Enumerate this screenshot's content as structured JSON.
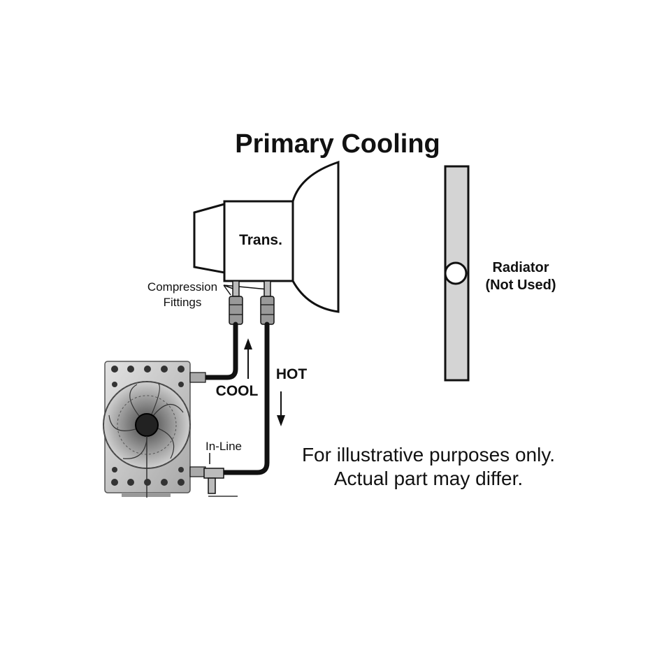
{
  "title": "Primary Cooling",
  "components": {
    "transmission": "Trans.",
    "radiator_line1": "Radiator",
    "radiator_line2": "(Not Used)",
    "fittings_line1": "Compression",
    "fittings_line2": "Fittings",
    "inline": "In-Line"
  },
  "flow": {
    "cool": "COOL",
    "hot": "HOT"
  },
  "disclaimer": {
    "line1": "For illustrative purposes only.",
    "line2": "Actual part may differ."
  },
  "colors": {
    "line": "#111111",
    "radiator_fill": "#d4d4d4",
    "cooler_fill": "#c8c8c8",
    "background": "#ffffff"
  }
}
